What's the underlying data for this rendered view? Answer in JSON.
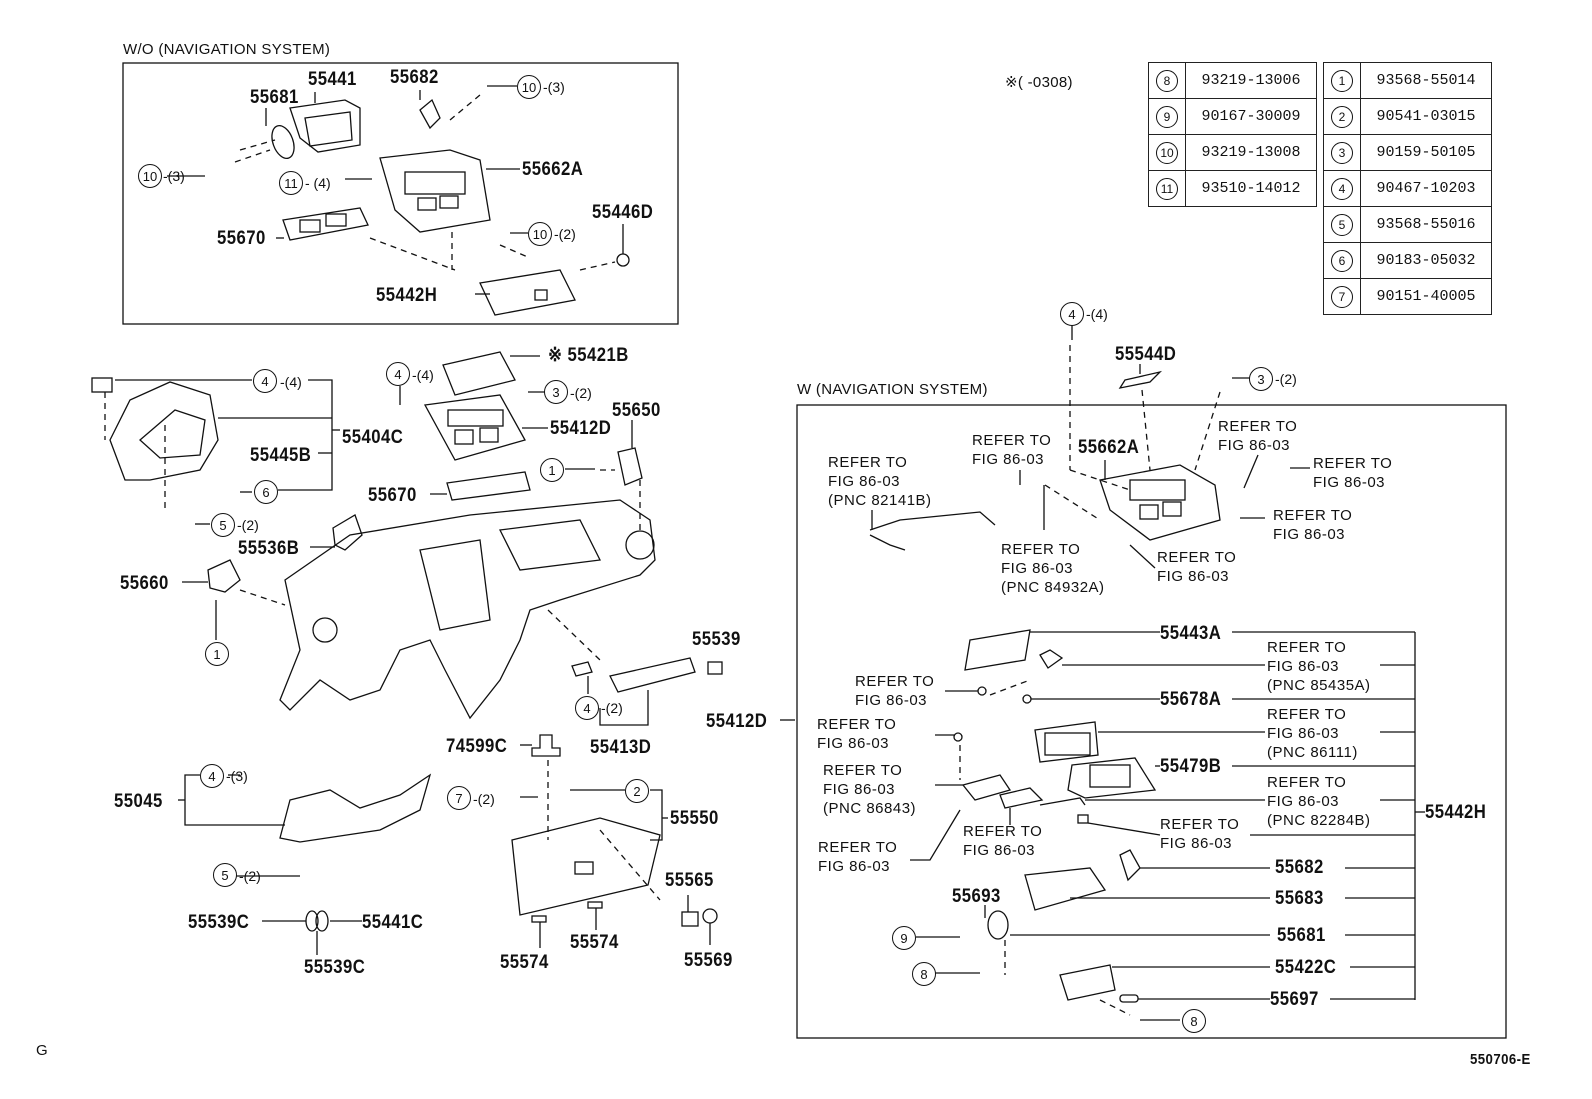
{
  "sections": {
    "without_nav": "W/O (NAVIGATION  SYSTEM)",
    "with_nav": "W (NAVIGATION  SYSTEM)"
  },
  "note": "※(        -0308)",
  "figure_code": "550706-E",
  "corner_mark": "G",
  "legend": {
    "left": [
      {
        "num": "8",
        "code": "93219-13006"
      },
      {
        "num": "9",
        "code": "90167-30009"
      },
      {
        "num": "10",
        "code": "93219-13008"
      },
      {
        "num": "11",
        "code": "93510-14012"
      }
    ],
    "right": [
      {
        "num": "1",
        "code": "93568-55014"
      },
      {
        "num": "2",
        "code": "90541-03015"
      },
      {
        "num": "3",
        "code": "90159-50105"
      },
      {
        "num": "4",
        "code": "90467-10203"
      },
      {
        "num": "5",
        "code": "93568-55016"
      },
      {
        "num": "6",
        "code": "90183-05032"
      },
      {
        "num": "7",
        "code": "90151-40005"
      }
    ]
  },
  "wo_nav_parts": {
    "p55441": "55441",
    "p55682": "55682",
    "p55681": "55681",
    "p55662A": "55662A",
    "p55670": "55670",
    "p55446D": "55446D",
    "p55442H": "55442H",
    "c10a": "10",
    "q10a": "-(3)",
    "c10b": "10",
    "q10b": "-(3)",
    "c11": "11",
    "q11": "-  (4)",
    "c10c": "10",
    "q10c": "-(2)"
  },
  "main_parts": {
    "p55421B": "※ 55421B",
    "p55412D": "55412D",
    "p55650": "55650",
    "p55404C": "55404C",
    "p55445B": "55445B",
    "p55670": "55670",
    "p55536B": "55536B",
    "p55660": "55660",
    "p55539": "55539",
    "p55413D": "55413D",
    "p55412D_b": "55412D",
    "p74599C": "74599C",
    "p55045": "55045",
    "p55550": "55550",
    "p55565": "55565",
    "p55574a": "55574",
    "p55574b": "55574",
    "p55569": "55569",
    "p55539C_a": "55539C",
    "p55441C": "55441C",
    "p55539C_b": "55539C",
    "c4a": "4",
    "q4a": "-(4)",
    "c6": "6",
    "c5a": "5",
    "q5a": "-(2)",
    "c4b": "4",
    "q4b": "-(4)",
    "c3a": "3",
    "q3a": "-(2)",
    "c1a": "1",
    "c1b": "1",
    "c4c": "4",
    "q4c": "-(2)",
    "c4d": "4",
    "q4d": "-(3)",
    "c5b": "5",
    "q5b": "-(2)",
    "c7": "7",
    "q7": "-(2)",
    "c2": "2"
  },
  "nav_parts": {
    "c4": "4",
    "q4": "-(4)",
    "p55544D": "55544D",
    "c3": "3",
    "q3": "-(2)",
    "p55662A": "55662A",
    "ref1": "REFER TO\nFIG 86-03\n(PNC 82141B)",
    "ref2": "REFER TO\nFIG 86-03",
    "ref3": "REFER TO\nFIG 86-03",
    "ref4": "REFER TO\nFIG 86-03",
    "ref5": "REFER TO\nFIG 86-03",
    "ref6": "REFER TO\nFIG 86-03\n(PNC 84932A)",
    "ref7": "REFER TO\nFIG 86-03",
    "p55443A": "55443A",
    "ref8": "REFER TO\nFIG 86-03\n(PNC 85435A)",
    "ref9": "REFER TO\nFIG 86-03",
    "p55678A": "55678A",
    "ref10": "REFER TO\nFIG 86-03",
    "ref11": "REFER TO\nFIG 86-03\n(PNC 86111)",
    "p55479B": "55479B",
    "ref12": "REFER TO\nFIG 86-03\n(PNC 86843)",
    "ref13": "REFER TO\nFIG 86-03\n(PNC 82284B)",
    "ref14": "REFER TO\nFIG 86-03",
    "ref15": "REFER TO\nFIG 86-03",
    "ref16": "REFER TO\nFIG 86-03",
    "p55412D": "55412D",
    "p55442H": "55442H",
    "p55682": "55682",
    "p55683": "55683",
    "p55693": "55693",
    "p55681": "55681",
    "p55422C": "55422C",
    "p55697": "55697",
    "c9": "9",
    "c8a": "8",
    "c8b": "8"
  }
}
